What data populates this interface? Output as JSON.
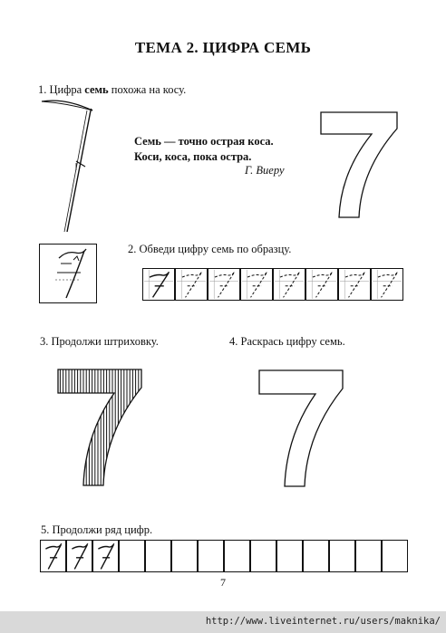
{
  "title": "ТЕМА 2. ЦИФРА СЕМЬ",
  "task1": {
    "prefix": "1. Цифра ",
    "bold_word": "семь",
    "suffix": " похожа на косу."
  },
  "poem": {
    "line1": "Семь — точно острая коса.",
    "line2": "Коси, коса, пока остра.",
    "author": "Г. Виеру"
  },
  "task2": {
    "label": "2. Обведи цифру семь по образцу.",
    "sample_cells": 1,
    "dashed_cells": 7
  },
  "task3": {
    "label": "3. Продолжи штриховку."
  },
  "task4": {
    "label": "4. Раскрась цифру семь."
  },
  "task5": {
    "label": "5. Продолжи ряд цифр.",
    "filled_cells": 3,
    "empty_cells": 11
  },
  "page_number": "7",
  "footer_url": "http://www.liveinternet.ru/users/maknika/"
}
